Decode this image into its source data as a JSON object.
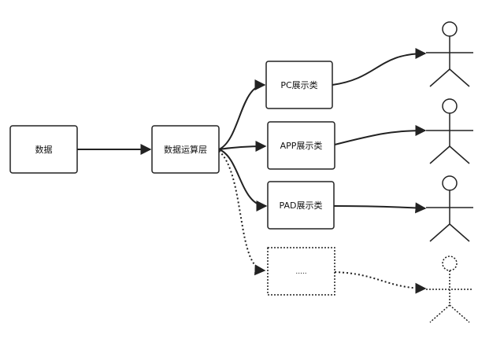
{
  "diagram": {
    "nodes": {
      "data": "数据",
      "compute": "数据运算层",
      "pc": "PC展示类",
      "app": "APP展示类",
      "pad": "PAD展示类",
      "more": "....."
    }
  }
}
